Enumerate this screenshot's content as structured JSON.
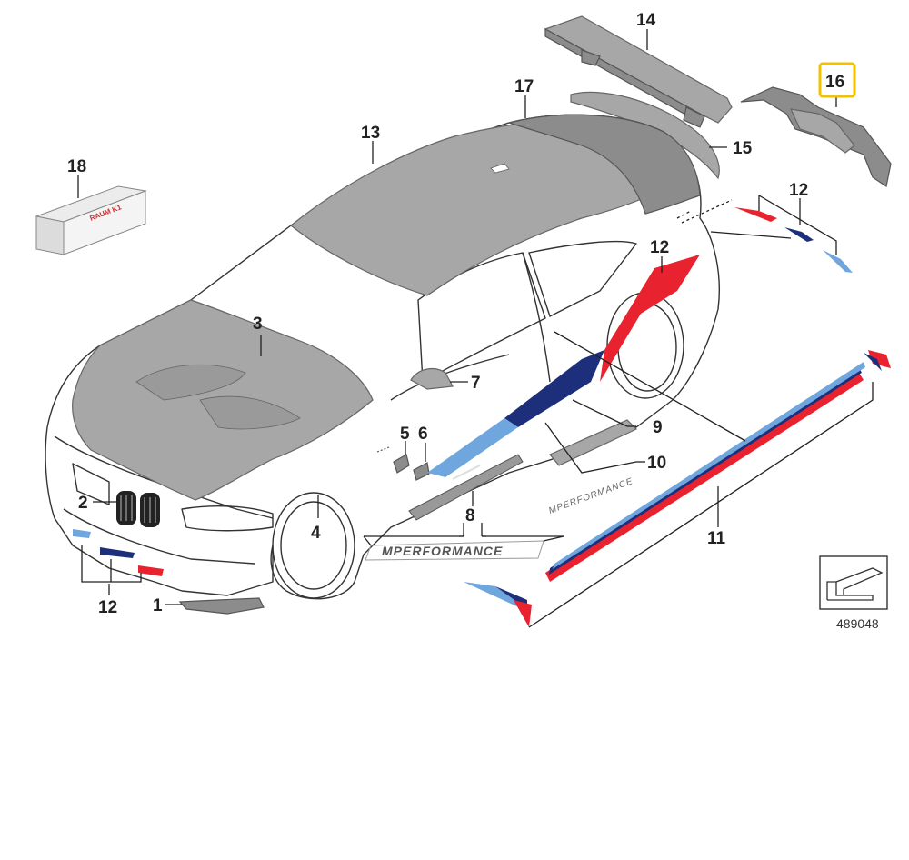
{
  "diagram_id": "489048",
  "highlighted_callout": "16",
  "logo_texts": [
    "MPERFORMANCE",
    "MPERFORMANCE"
  ],
  "package_label": "RAUM K1",
  "callouts": [
    {
      "num": "1"
    },
    {
      "num": "2"
    },
    {
      "num": "3"
    },
    {
      "num": "4"
    },
    {
      "num": "5"
    },
    {
      "num": "6"
    },
    {
      "num": "7"
    },
    {
      "num": "8"
    },
    {
      "num": "9"
    },
    {
      "num": "10"
    },
    {
      "num": "11"
    },
    {
      "num": "12"
    },
    {
      "num": "12"
    },
    {
      "num": "12"
    },
    {
      "num": "13"
    },
    {
      "num": "14"
    },
    {
      "num": "15"
    },
    {
      "num": "16"
    },
    {
      "num": "17"
    },
    {
      "num": "18"
    }
  ],
  "colors": {
    "m_light_blue": "#6fa6de",
    "m_dark_blue": "#1d2f7a",
    "m_red": "#e8232f",
    "carbon": "#8c8c8c",
    "highlight": "#f2c200"
  }
}
